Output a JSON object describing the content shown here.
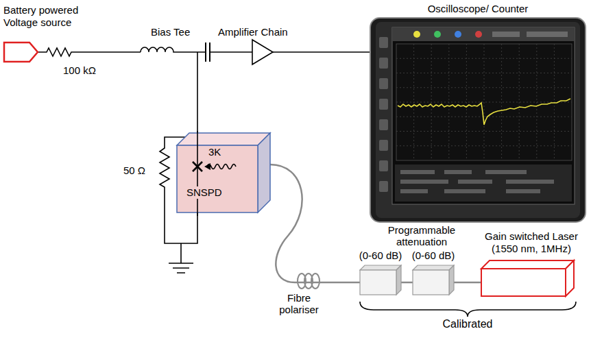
{
  "diagram": {
    "nodes": [
      {
        "text": [
          "Battery powered Voltage source"
        ]
      },
      {
        "text": [
          "Oscilloscope/ Counter"
        ]
      },
      {
        "text": [
          "3K",
          "SNSPD"
        ]
      },
      {
        "text": [
          "(0-60 dB)"
        ]
      },
      {
        "text": [
          "(0-60 dB)"
        ]
      },
      {
        "text": [
          "Gain switched Laser (1550 nm, 1MHz)"
        ]
      }
    ],
    "edges": [
      {
        "from": 5,
        "to": 4,
        "arrow": "none"
      },
      {
        "from": 4,
        "to": 3,
        "arrow": "none"
      },
      {
        "from": 3,
        "to": 2,
        "arrow": "none"
      }
    ],
    "labels": [
      "100 kΩ",
      "Bias Tee",
      "Amplifier Chain",
      "50 Ω",
      "Programmable attenuation",
      "Fibre polariser",
      "Calibrated"
    ]
  }
}
